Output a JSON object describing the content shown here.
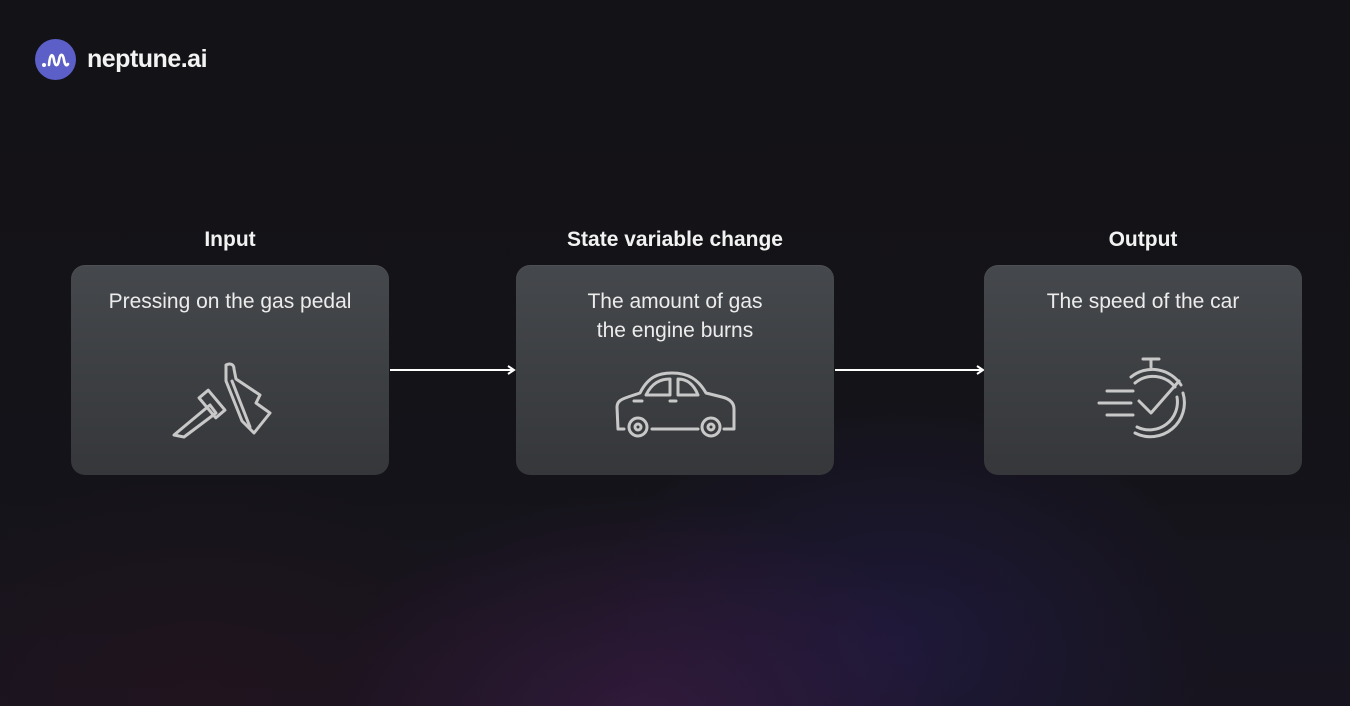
{
  "brand": {
    "name": "neptune.ai",
    "logo_icon": "waveform-icon",
    "accent": "#5b5fc7"
  },
  "diagram": {
    "nodes": [
      {
        "heading": "Input",
        "text": "Pressing on the gas pedal",
        "icon": "gas-pedal-icon"
      },
      {
        "heading": "State variable change",
        "text": "The amount of gas\nthe engine burns",
        "icon": "car-icon"
      },
      {
        "heading": "Output",
        "text": "The speed of the car",
        "icon": "stopwatch-speed-icon"
      }
    ],
    "edges": [
      {
        "from": "Input",
        "to": "State variable change"
      },
      {
        "from": "State variable change",
        "to": "Output"
      }
    ],
    "colors": {
      "card": "#3e4044",
      "icon_stroke": "#c8c8c8",
      "text": "#ececec",
      "arrow": "#ffffff"
    }
  }
}
